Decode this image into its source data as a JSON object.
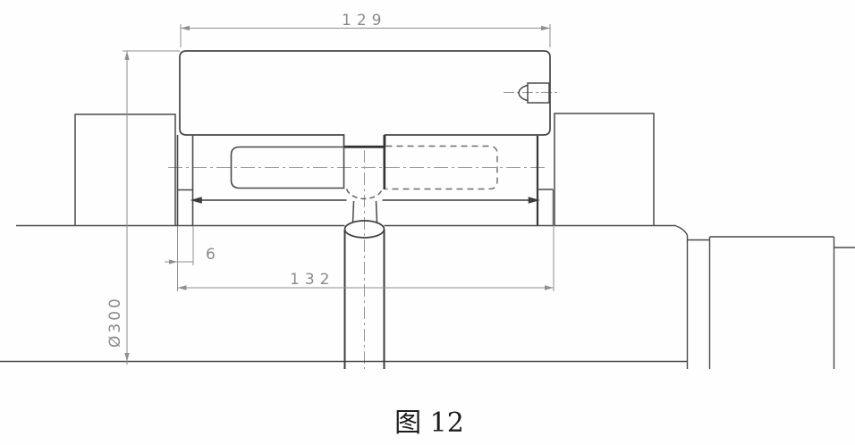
{
  "drawing": {
    "type": "engineering-section-drawing",
    "caption": "图 12",
    "dimensions": {
      "top_width": "129",
      "edge_offset": "6",
      "bottom_width": "132",
      "roll_diameter": "Ø300"
    },
    "colors": {
      "background": "#fefefe",
      "part_line": "#4a4a4a",
      "thick_line": "#353535",
      "dim_line": "#8f8f8f",
      "dim_text": "#8a8a8a",
      "hidden_line": "#6a6a6a",
      "caption_text": "#1c1c1c"
    }
  }
}
